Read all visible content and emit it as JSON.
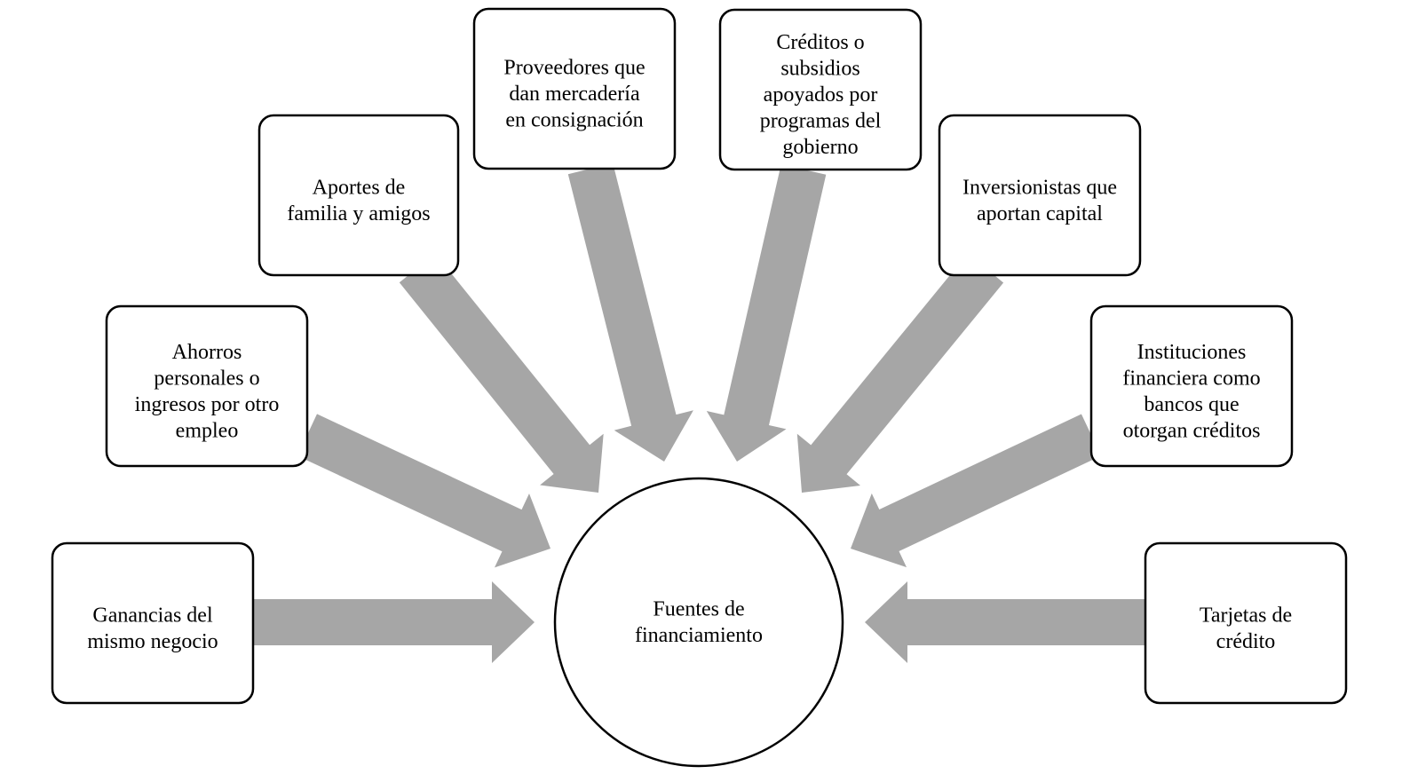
{
  "colors": {
    "arrow": "#a6a6a6",
    "border": "#000000",
    "background": "#ffffff",
    "text": "#000000"
  },
  "center": {
    "lines": [
      "Fuentes de",
      "financiamiento"
    ]
  },
  "sources": [
    {
      "id": "ganancias",
      "lines": [
        "Ganancias del",
        "mismo negocio"
      ]
    },
    {
      "id": "ahorros",
      "lines": [
        "Ahorros",
        "personales o",
        "ingresos por otro",
        "empleo"
      ]
    },
    {
      "id": "aportes",
      "lines": [
        "Aportes de",
        "familia y amigos"
      ]
    },
    {
      "id": "proveedores",
      "lines": [
        "Proveedores que",
        "dan mercadería",
        "en consignación"
      ]
    },
    {
      "id": "creditos-gobierno",
      "lines": [
        "Créditos o",
        "subsidios",
        "apoyados por",
        "programas del",
        "gobierno"
      ]
    },
    {
      "id": "inversionistas",
      "lines": [
        "Inversionistas que",
        "aportan capital"
      ]
    },
    {
      "id": "instituciones",
      "lines": [
        "Instituciones",
        "financiera como",
        "bancos que",
        "otorgan créditos"
      ]
    },
    {
      "id": "tarjetas",
      "lines": [
        "Tarjetas de",
        "crédito"
      ]
    }
  ]
}
